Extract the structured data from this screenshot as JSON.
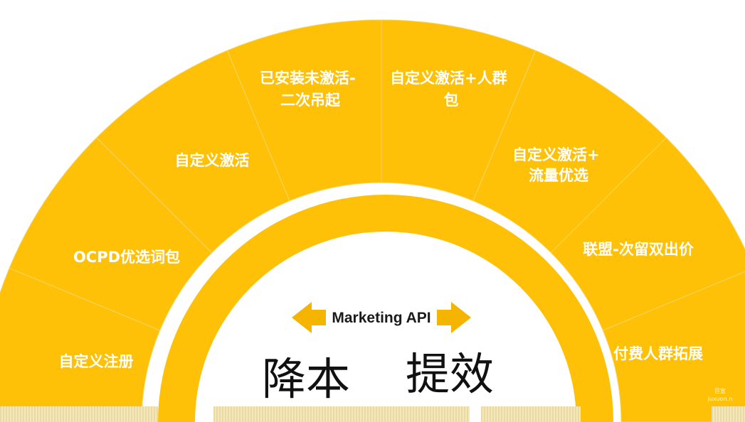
{
  "diagram": {
    "segments": [
      {
        "id": "custom-register",
        "lines": [
          "自定义注册"
        ]
      },
      {
        "id": "ocpd-preferred-words",
        "lines": [
          "OCPD优选词包"
        ]
      },
      {
        "id": "custom-activation",
        "lines": [
          "自定义激活"
        ]
      },
      {
        "id": "installed-not-activated",
        "lines": [
          "已安装未激活-",
          "二次吊起"
        ]
      },
      {
        "id": "custom-activation-audience",
        "lines": [
          "自定义激活+人群",
          "包"
        ]
      },
      {
        "id": "custom-activation-traffic",
        "lines": [
          "自定义激活+",
          "流量优选"
        ]
      },
      {
        "id": "alliance-retention-bid",
        "lines": [
          "联盟-次留双出价"
        ]
      },
      {
        "id": "paid-audience-expansion",
        "lines": [
          "付费人群拓展"
        ]
      }
    ],
    "center": {
      "api_label": "Marketing API",
      "left_word": "降本",
      "right_word": "提效"
    },
    "watermark": [
      "巨宣",
      "juxuon.n"
    ]
  },
  "colors": {
    "segment_fill": "#FFC107",
    "arrow_fill": "#F5B400",
    "divider": "#F7D563",
    "background": "#FFFFFF"
  }
}
